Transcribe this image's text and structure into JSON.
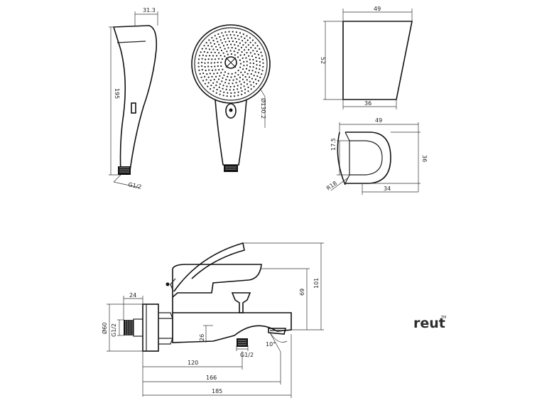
{
  "handshower_side": {
    "width_label": "31.3",
    "length_label": "195",
    "thread_label": "G1/2"
  },
  "handshower_front": {
    "diameter_label": "Ø130.2"
  },
  "holder_side": {
    "top_width": "49",
    "height": "52",
    "bottom_width": "36"
  },
  "holder_top": {
    "top_width": "49",
    "height": "36",
    "radius": "R18",
    "inner": "17.5",
    "bottom_width": "34"
  },
  "mixer": {
    "flange_width": "24",
    "flange_diameter": "Ø60",
    "thread_left": "G1/2",
    "outlet_height": "26",
    "thread_bottom": "G1/2",
    "angle": "10°",
    "body_height": "69",
    "total_height": "101",
    "length_120": "120",
    "length_166": "166",
    "length_185": "185"
  },
  "brand": {
    "name": "reut",
    "superscript": "TM"
  }
}
